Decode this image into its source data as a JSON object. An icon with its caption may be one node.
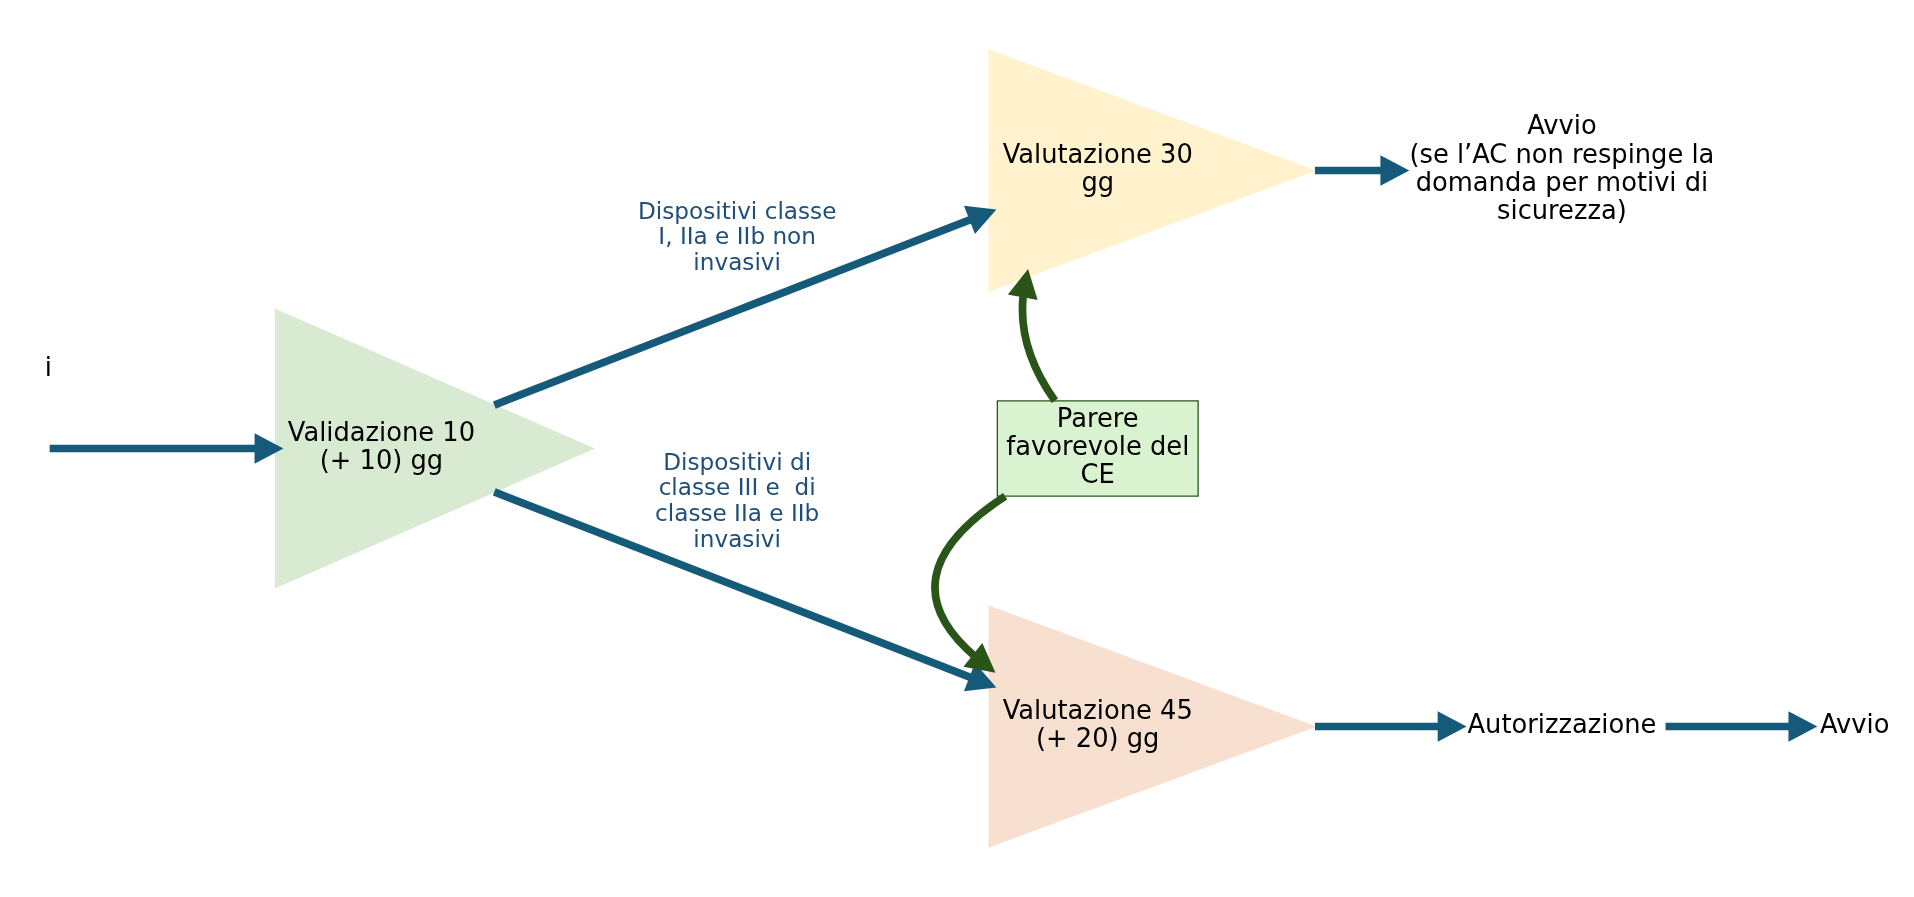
{
  "diagram": {
    "nodes": [
      {
        "text": [
          "Validazione 10 (+ 10) gg"
        ]
      },
      {
        "text": [
          "Valutazione 30 gg"
        ]
      },
      {
        "text": [
          "Avvio",
          "(se l’AC non respinge la domanda per motivi di sicurezza)"
        ]
      },
      {
        "text": [
          "Parere favorevole del CE"
        ]
      },
      {
        "text": [
          "Valutazione 45 (+ 20) gg"
        ]
      },
      {
        "text": [
          "Autorizzazione"
        ]
      },
      {
        "text": [
          "Avvio"
        ]
      }
    ],
    "edges": [
      {
        "from": null,
        "to": 0,
        "arrow": "to"
      },
      {
        "from": 0,
        "to": 1,
        "arrow": "to",
        "label": "Dispositivi classe I, IIa e IIb non invasivi"
      },
      {
        "from": 0,
        "to": 4,
        "arrow": "to",
        "label": "Dispositivi di classe III e  di classe IIa e IIb invasivi"
      },
      {
        "from": 1,
        "to": 2,
        "arrow": "to"
      },
      {
        "from": 3,
        "to": 1,
        "arrow": "to",
        "color": "#2a5518"
      },
      {
        "from": 3,
        "to": 4,
        "arrow": "to",
        "color": "#2a5518"
      },
      {
        "from": 4,
        "to": 5,
        "arrow": "to"
      },
      {
        "from": 5,
        "to": 6,
        "arrow": "to"
      }
    ],
    "labels": [
      "i"
    ]
  }
}
